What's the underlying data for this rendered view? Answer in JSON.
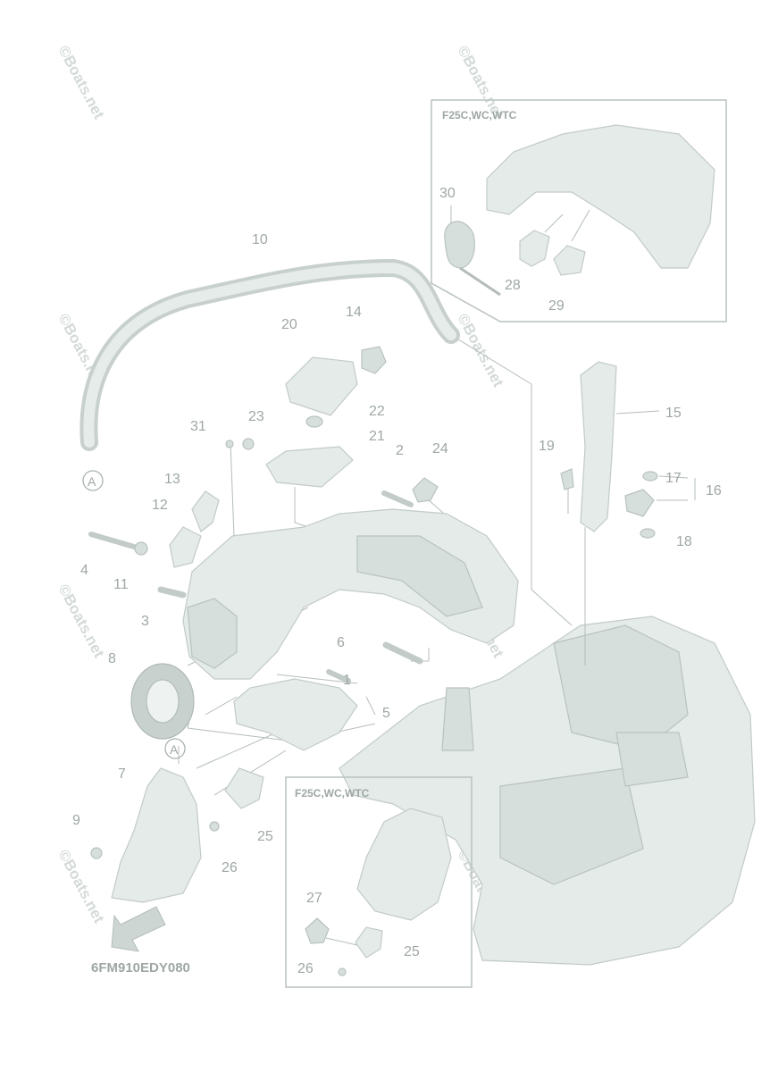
{
  "diagram": {
    "code": "6FM910EDY080",
    "watermark": "©Boats.net",
    "ref_marker": "A",
    "insets": [
      {
        "title": "F25C,WC,WTC",
        "parts": [
          "30",
          "28",
          "29"
        ]
      },
      {
        "title": "F25C,WC,WTC",
        "parts": [
          "27",
          "25",
          "26"
        ]
      }
    ],
    "part_numbers": [
      "1",
      "2",
      "3",
      "4",
      "5",
      "6",
      "7",
      "8",
      "9",
      "10",
      "11",
      "12",
      "13",
      "14",
      "15",
      "16",
      "17",
      "18",
      "19",
      "20",
      "21",
      "22",
      "23",
      "24",
      "25",
      "26",
      "27",
      "28",
      "29",
      "30",
      "31"
    ],
    "label_25": "25",
    "label_26": "26"
  }
}
